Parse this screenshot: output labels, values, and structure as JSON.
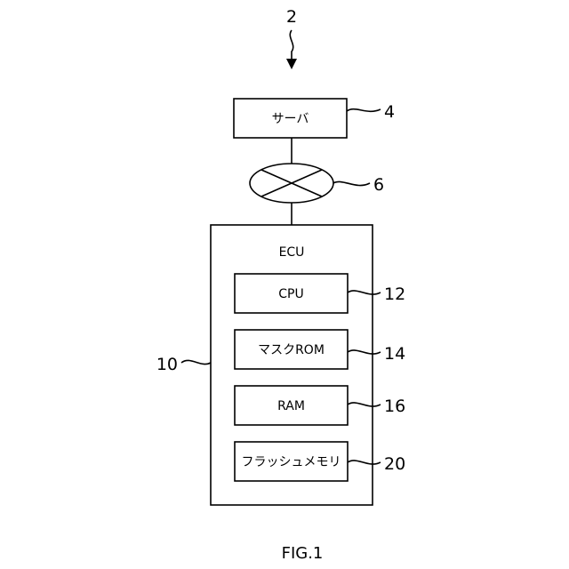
{
  "diagram": {
    "system_ref": "2",
    "server": {
      "label": "サーバ",
      "ref": "4"
    },
    "network": {
      "ref": "6"
    },
    "ecu": {
      "label": "ECU",
      "ref": "10",
      "components": [
        {
          "label": "CPU",
          "ref": "12"
        },
        {
          "label": "マスクROM",
          "ref": "14"
        },
        {
          "label": "RAM",
          "ref": "16"
        },
        {
          "label": "フラッシュメモリ",
          "ref": "20"
        }
      ]
    }
  },
  "figure_caption": "FIG.1"
}
